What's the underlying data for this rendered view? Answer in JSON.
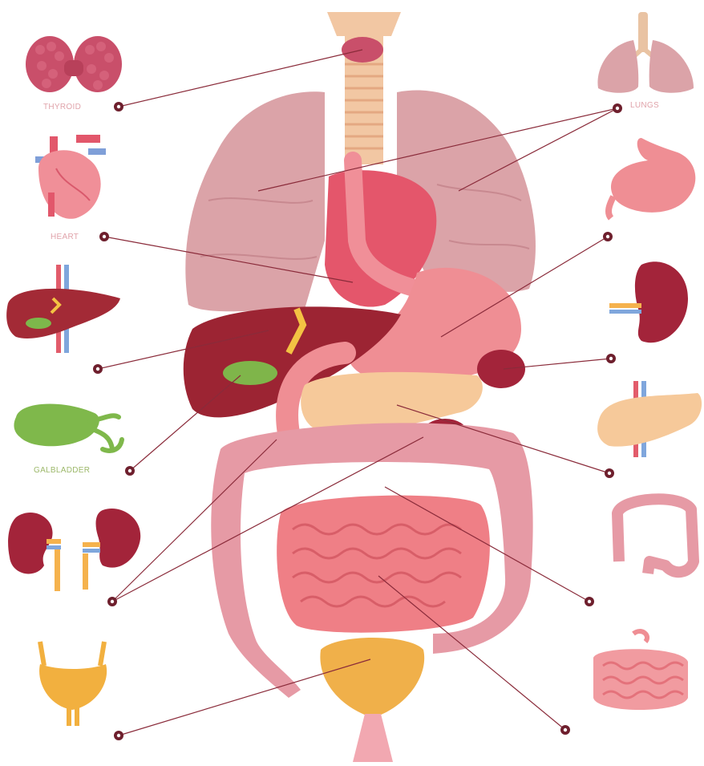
{
  "labels": {
    "thyroid": "THYROID",
    "heart": "HEART",
    "gallbladder": "GALBLADDER",
    "lungs": "LUNGS"
  },
  "colors": {
    "label_pink": "#e0a3aa",
    "label_green": "#9cb86a",
    "leader_line": "#8a2b3a",
    "marker": "#6e1f2d",
    "lung": "#d9a0a6",
    "heart": "#e4566b",
    "liver": "#9c2433",
    "gallbladder": "#7fb54a",
    "stomach": "#ef8e94",
    "pancreas": "#f6c99a",
    "large_intestine": "#e69aa5",
    "small_intestine": "#ef7f86",
    "kidney": "#a3243a",
    "bladder": "#f0b04a",
    "trachea": "#f2c7a3"
  }
}
